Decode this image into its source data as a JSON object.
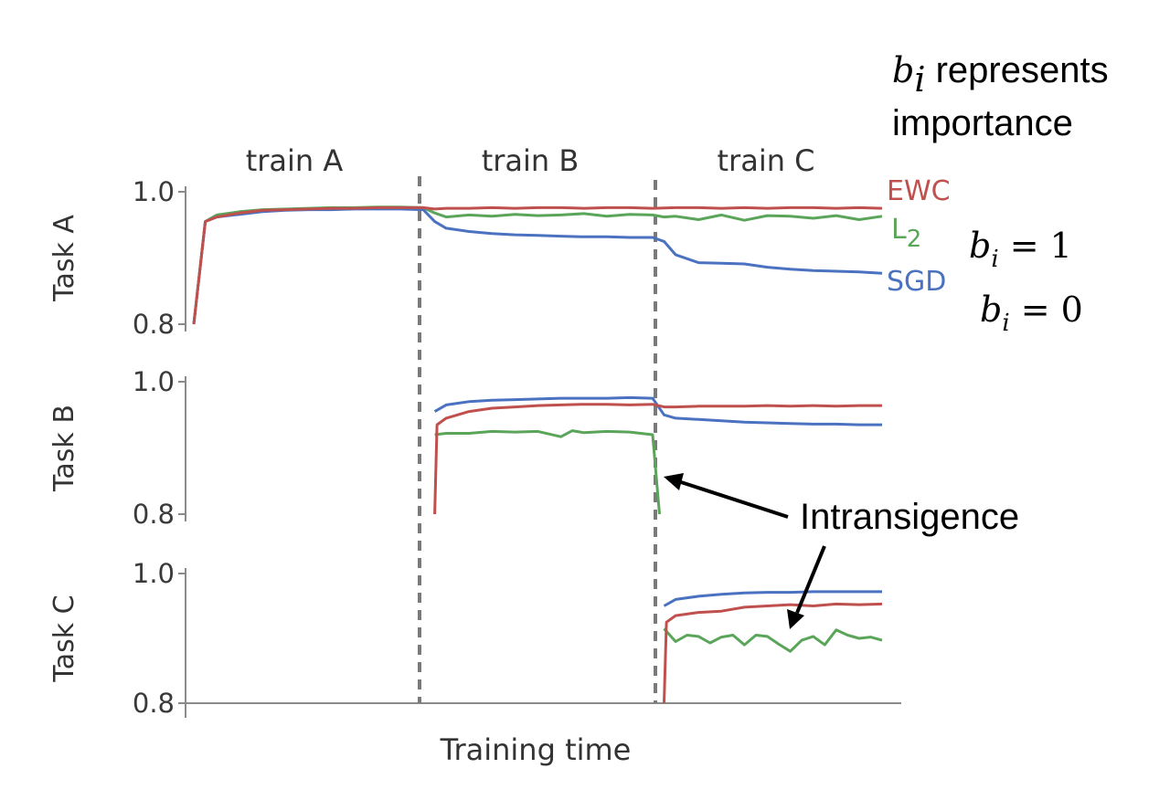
{
  "note": {
    "line1_var": "b",
    "line1_sub": "i",
    "line1_rest": " represents",
    "line2": "importance"
  },
  "equations": [
    {
      "var": "b",
      "sub": "i",
      "rhs": " = 1"
    },
    {
      "var": "b",
      "sub": "i",
      "rhs": " = 0"
    }
  ],
  "annotation": "Intransigence",
  "chart_data": {
    "type": "line",
    "xlabel": "Training time",
    "phases": [
      "train A",
      "train B",
      "train C"
    ],
    "x_ticks": [],
    "legend": [
      {
        "name": "EWC",
        "color": "#c0504d"
      },
      {
        "name": "L",
        "sub": "2",
        "color": "#5aa55a"
      },
      {
        "name": "SGD",
        "color": "#4a72c0"
      }
    ],
    "colors": {
      "EWC": "#c0504d",
      "L2": "#5aa55a",
      "SGD": "#4a72c0"
    },
    "panels": [
      {
        "ylabel": "Task A",
        "ylim": [
          0.8,
          1.0
        ],
        "yticks": [
          "1.0",
          "0.8"
        ],
        "series": [
          {
            "key": "EWC",
            "x": [
              0.0,
              0.5,
              1,
              2,
              3,
              4,
              5,
              6,
              7,
              8,
              9,
              10,
              10.5,
              11,
              12,
              13,
              14,
              15,
              16,
              17,
              18,
              19,
              20,
              21,
              22,
              23,
              24,
              25,
              26,
              27,
              28,
              29,
              30
            ],
            "y": [
              0.8,
              0.955,
              0.962,
              0.968,
              0.972,
              0.973,
              0.974,
              0.975,
              0.975,
              0.976,
              0.976,
              0.976,
              0.974,
              0.975,
              0.975,
              0.976,
              0.975,
              0.976,
              0.976,
              0.975,
              0.976,
              0.976,
              0.975,
              0.976,
              0.976,
              0.975,
              0.976,
              0.975,
              0.976,
              0.976,
              0.975,
              0.976,
              0.975
            ]
          },
          {
            "key": "L2",
            "x": [
              0.0,
              0.5,
              1,
              2,
              3,
              4,
              5,
              6,
              7,
              8,
              9,
              10,
              10.5,
              11,
              12,
              13,
              14,
              15,
              16,
              17,
              18,
              19,
              20,
              20.5,
              21,
              22,
              23,
              24,
              25,
              26,
              27,
              28,
              29,
              30
            ],
            "y": [
              0.8,
              0.955,
              0.965,
              0.97,
              0.973,
              0.974,
              0.975,
              0.976,
              0.976,
              0.977,
              0.977,
              0.976,
              0.968,
              0.962,
              0.965,
              0.963,
              0.966,
              0.964,
              0.965,
              0.967,
              0.963,
              0.966,
              0.965,
              0.962,
              0.963,
              0.958,
              0.965,
              0.957,
              0.964,
              0.963,
              0.96,
              0.964,
              0.958,
              0.963
            ]
          },
          {
            "key": "SGD",
            "x": [
              0.0,
              0.5,
              1,
              2,
              3,
              4,
              5,
              6,
              7,
              8,
              9,
              10,
              10.5,
              11,
              12,
              13,
              14,
              15,
              16,
              17,
              18,
              19,
              20,
              20.5,
              21,
              22,
              23,
              24,
              25,
              26,
              27,
              28,
              29,
              30
            ],
            "y": [
              0.8,
              0.955,
              0.962,
              0.966,
              0.97,
              0.972,
              0.973,
              0.973,
              0.974,
              0.974,
              0.974,
              0.973,
              0.955,
              0.945,
              0.94,
              0.937,
              0.935,
              0.934,
              0.933,
              0.932,
              0.932,
              0.931,
              0.931,
              0.925,
              0.905,
              0.893,
              0.892,
              0.891,
              0.886,
              0.883,
              0.881,
              0.88,
              0.879,
              0.877
            ]
          }
        ]
      },
      {
        "ylabel": "Task B",
        "ylim": [
          0.8,
          1.0
        ],
        "yticks": [
          "1.0",
          "0.8"
        ],
        "series": [
          {
            "key": "EWC",
            "x": [
              10.5,
              10.6,
              11,
              12,
              13,
              14,
              15,
              16,
              17,
              18,
              19,
              20,
              20.5,
              21,
              22,
              23,
              24,
              25,
              26,
              27,
              28,
              29,
              30
            ],
            "y": [
              0.8,
              0.935,
              0.945,
              0.955,
              0.96,
              0.962,
              0.964,
              0.965,
              0.966,
              0.966,
              0.965,
              0.966,
              0.962,
              0.962,
              0.963,
              0.963,
              0.963,
              0.964,
              0.963,
              0.964,
              0.963,
              0.964,
              0.964
            ]
          },
          {
            "key": "L2",
            "x": [
              10.5,
              11,
              12,
              13,
              14,
              15,
              16,
              16.5,
              17,
              18,
              19,
              20,
              20.3
            ],
            "y": [
              0.92,
              0.922,
              0.922,
              0.925,
              0.924,
              0.925,
              0.917,
              0.926,
              0.923,
              0.925,
              0.924,
              0.92,
              0.8
            ]
          },
          {
            "key": "SGD",
            "x": [
              10.5,
              11,
              12,
              13,
              14,
              15,
              16,
              17,
              18,
              19,
              20,
              20.5,
              21,
              22,
              23,
              24,
              25,
              26,
              27,
              28,
              29,
              30
            ],
            "y": [
              0.955,
              0.965,
              0.97,
              0.972,
              0.973,
              0.974,
              0.975,
              0.975,
              0.975,
              0.976,
              0.975,
              0.95,
              0.945,
              0.943,
              0.941,
              0.939,
              0.938,
              0.937,
              0.936,
              0.936,
              0.935,
              0.935
            ]
          }
        ]
      },
      {
        "ylabel": "Task C",
        "ylim": [
          0.8,
          1.0
        ],
        "yticks": [
          "1.0",
          "0.8"
        ],
        "series": [
          {
            "key": "EWC",
            "x": [
              20.5,
              20.6,
              21,
              22,
              23,
              24,
              25,
              26,
              27,
              28,
              29,
              30
            ],
            "y": [
              0.8,
              0.925,
              0.935,
              0.94,
              0.942,
              0.948,
              0.95,
              0.952,
              0.95,
              0.953,
              0.952,
              0.953
            ]
          },
          {
            "key": "L2",
            "x": [
              20.5,
              21,
              21.5,
              22,
              22.5,
              23,
              23.5,
              24,
              24.5,
              25,
              25.5,
              26,
              26.5,
              27,
              27.5,
              28,
              28.5,
              29,
              29.5,
              30
            ],
            "y": [
              0.915,
              0.895,
              0.905,
              0.903,
              0.893,
              0.902,
              0.905,
              0.89,
              0.905,
              0.903,
              0.891,
              0.88,
              0.897,
              0.903,
              0.89,
              0.913,
              0.905,
              0.9,
              0.902,
              0.897
            ]
          },
          {
            "key": "SGD",
            "x": [
              20.5,
              21,
              22,
              23,
              24,
              25,
              26,
              27,
              28,
              29,
              30
            ],
            "y": [
              0.95,
              0.96,
              0.965,
              0.968,
              0.97,
              0.971,
              0.971,
              0.972,
              0.972,
              0.972,
              0.972
            ]
          }
        ]
      }
    ]
  }
}
